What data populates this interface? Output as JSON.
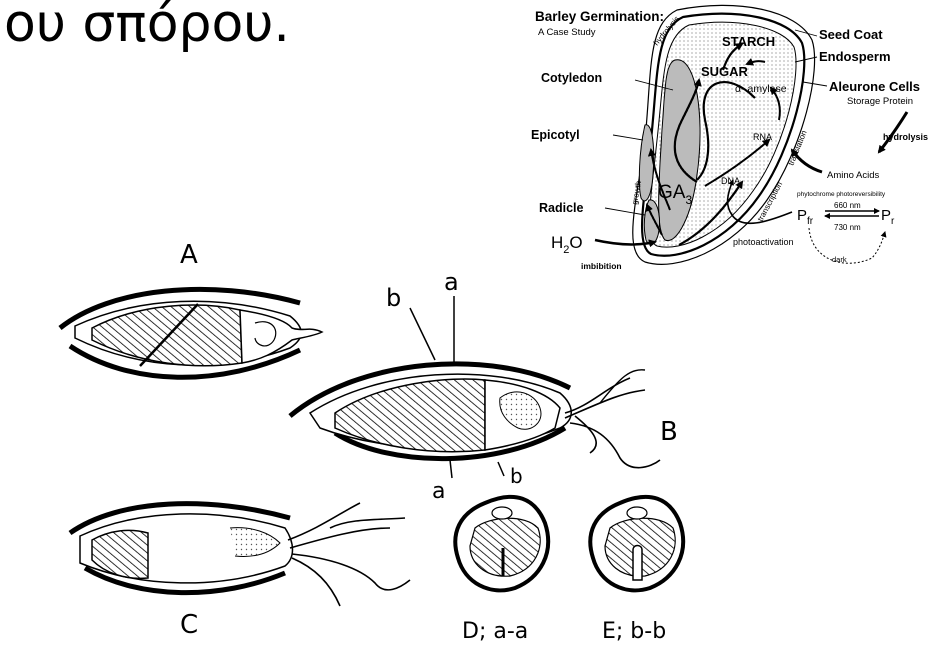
{
  "slide": {
    "title": "ου σπόρου."
  },
  "barley": {
    "title": "Barley Germination:",
    "subtitle": "A Case Study",
    "labels": {
      "seed_coat": "Seed Coat",
      "endosperm": "Endosperm",
      "aleurone_cells": "Aleurone Cells",
      "storage_protein": "Storage Protein",
      "hydrolysis_right": "hydrolysis",
      "amino_acids": "Amino Acids",
      "cotyledon": "Cotyledon",
      "epicotyl": "Epicotyl",
      "radicle": "Radicle",
      "starch": "STARCH",
      "sugar": "SUGAR",
      "alpha_amylase": "α- amylase",
      "rna": "RNA",
      "dna": "DNA",
      "ga3": "GA",
      "ga3_sub": "3",
      "growth": "growth",
      "hydrolysis_top": "hydrolysis",
      "transcription": "transcription",
      "translation": "translation",
      "h2o": "H",
      "h2o_sub": "2",
      "h2o_o": "O",
      "imbibition": "imbibition",
      "photoactivation": "photoactivation",
      "phytochrome": "phytochrome photoreversibility",
      "nm660": "660 nm",
      "nm730": "730 nm",
      "pfr": "P",
      "pfr_sub": "fr",
      "pr": "P",
      "pr_sub": "r",
      "dark": "dark"
    }
  },
  "seeds": {
    "A": "A",
    "B": "B",
    "C": "C",
    "a_top": "a",
    "b_top": "b",
    "a_bottom": "a",
    "b_bottom": "b",
    "D": "D; a-a",
    "E": "E; b-b"
  },
  "colors": {
    "ink": "#000000",
    "stipple": "#9a9a9a",
    "paper": "#ffffff"
  }
}
